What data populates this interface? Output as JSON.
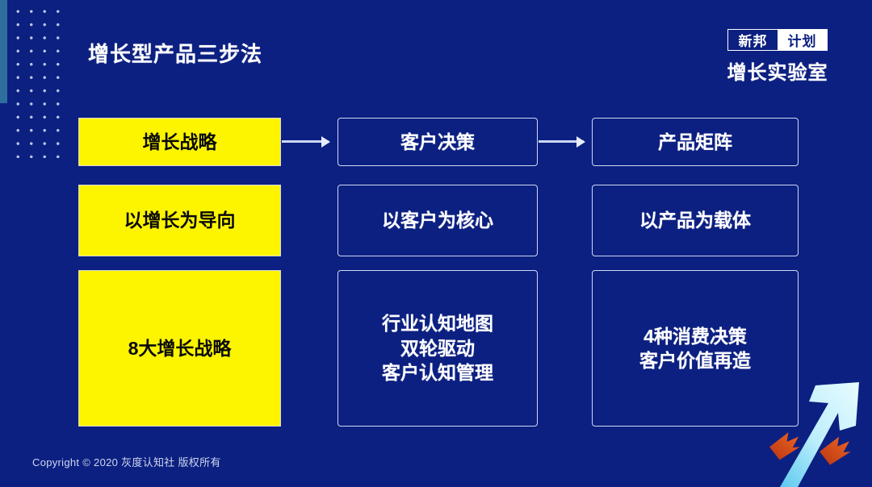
{
  "slide": {
    "background_color": "#0c2081",
    "accent_yellow": "#fdf500",
    "accent_cyan": "#9fe4f7",
    "accent_orange": "#e8471a",
    "title": "增长型产品三步法"
  },
  "logo": {
    "word_outlined": "新邦",
    "word_filled": "计划",
    "lab_name": "增长实验室"
  },
  "flow": {
    "columns": [
      {
        "key": "strategy",
        "style": "yellow",
        "rows": [
          {
            "label": "增长战略"
          },
          {
            "label": "以增长为导向"
          },
          {
            "label": "8大增长战略"
          }
        ]
      },
      {
        "key": "customer",
        "style": "outline",
        "rows": [
          {
            "label": "客户决策"
          },
          {
            "label": "以客户为核心"
          },
          {
            "label": "行业认知地图\n双轮驱动\n客户认知管理"
          }
        ]
      },
      {
        "key": "product",
        "style": "outline",
        "rows": [
          {
            "label": "产品矩阵"
          },
          {
            "label": "以产品为载体"
          },
          {
            "label": "4种消费决策\n客户价值再造"
          }
        ]
      }
    ]
  },
  "footer": {
    "copyright": "Copyright © 2020 灰度认知社 版权所有"
  }
}
